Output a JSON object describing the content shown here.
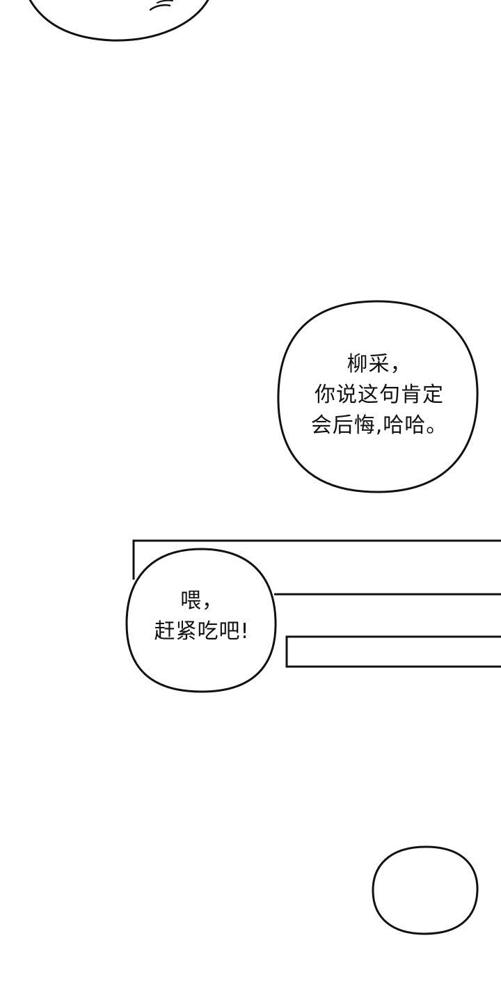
{
  "panel": {
    "bubble_1": {
      "lines": [
        "柳采，",
        "你说这句肯定",
        "会后悔,哈哈。"
      ]
    },
    "bubble_2": {
      "lines": [
        "喂，",
        "赶紧吃吧!"
      ]
    }
  },
  "colors": {
    "ink": "#111111",
    "paper": "#ffffff"
  }
}
